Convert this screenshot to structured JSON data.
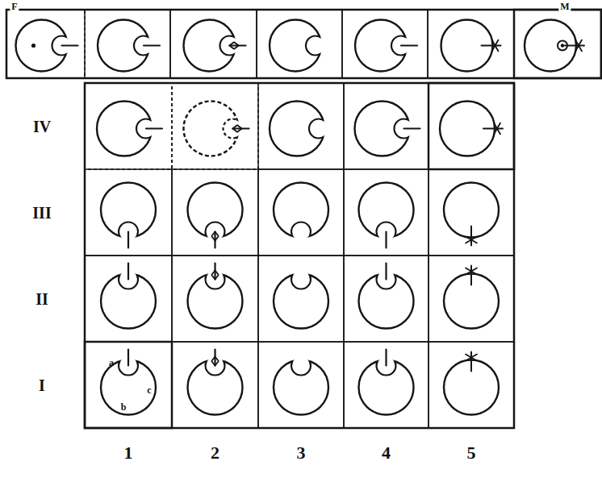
{
  "diagram": {
    "labels": [
      "F",
      "M",
      "IV",
      "III",
      "II",
      "a",
      "c",
      "b",
      "I",
      "1",
      "2",
      "3",
      "4",
      "5"
    ]
  }
}
